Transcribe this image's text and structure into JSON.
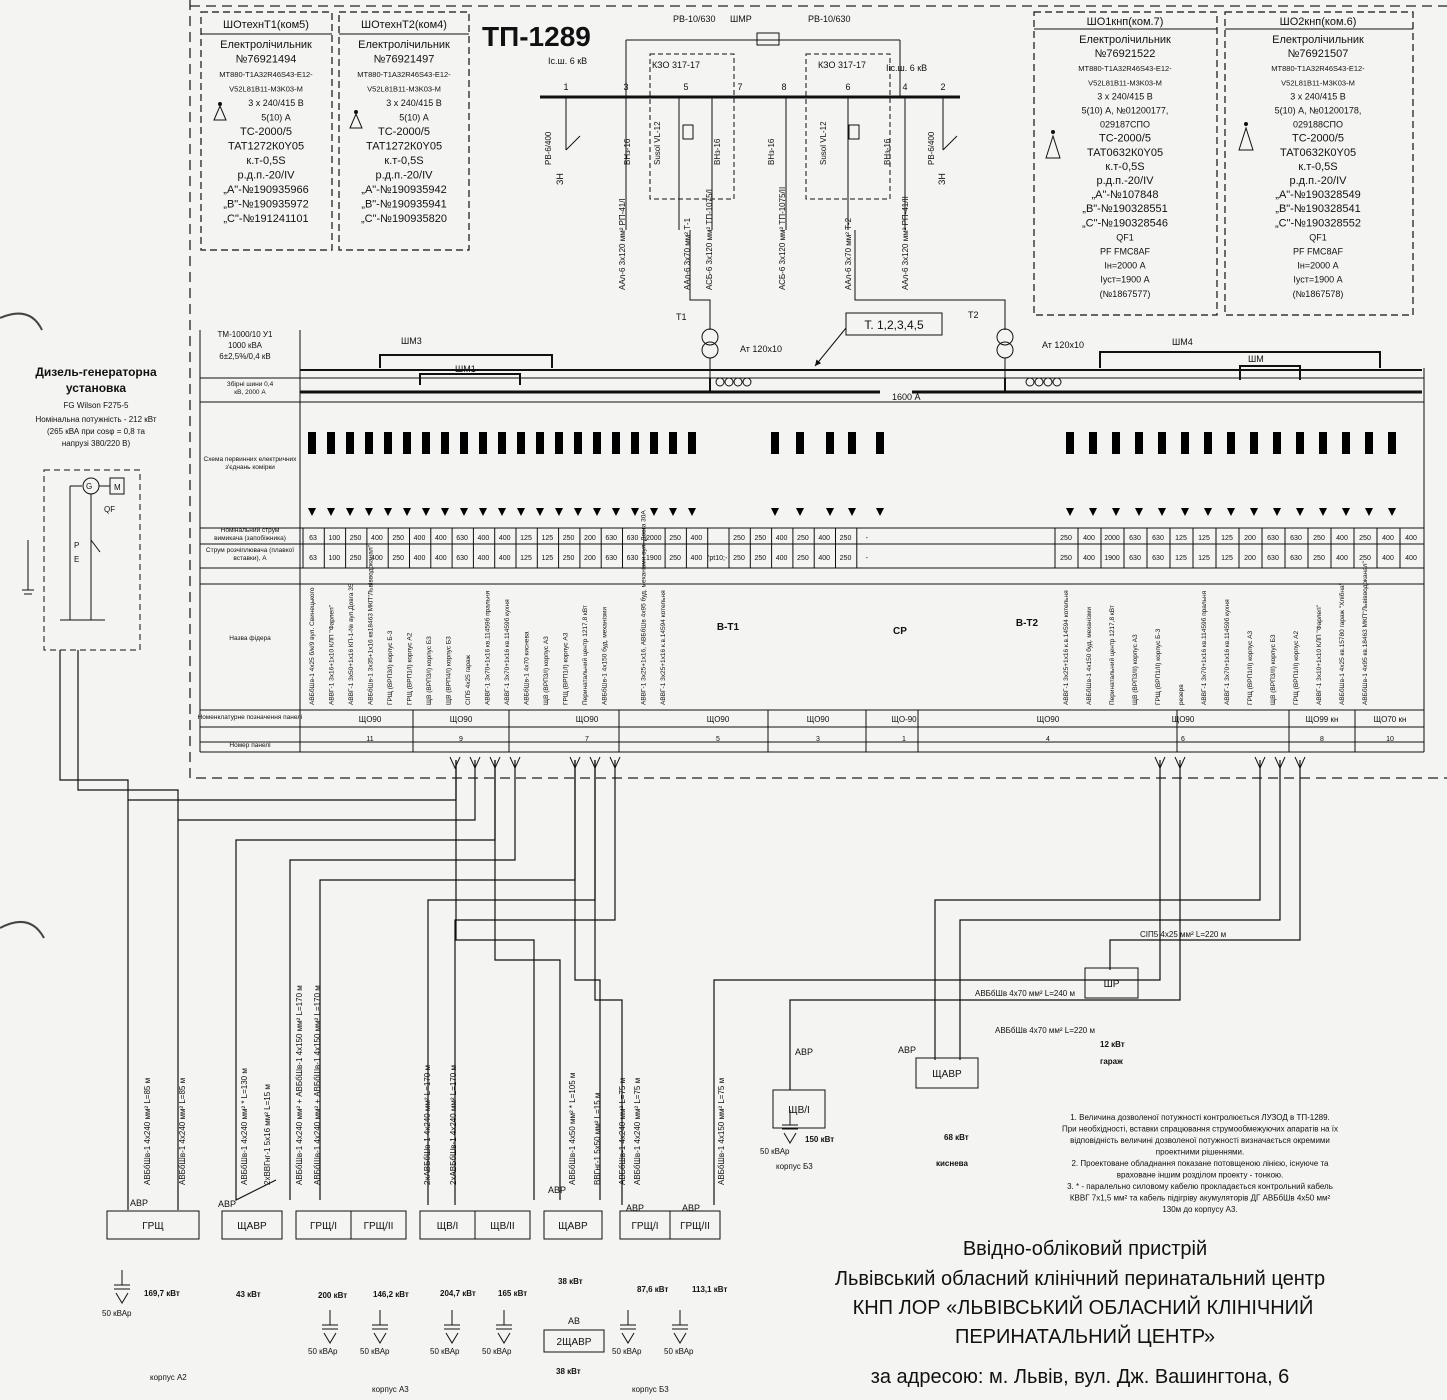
{
  "title": {
    "main": "ТП-1289",
    "isc_left": "Іс.ш. 6 кВ",
    "isc_right": "Ііс.ш. 6 кВ"
  },
  "hv": {
    "rv_left": "РВ-10/630",
    "rv_right": "РВ-10/630",
    "shmr": "ШМР",
    "kso_left": "КЗО 317-17",
    "kso_right": "КЗО 317-17",
    "cell_numbers": [
      "1",
      "3",
      "5",
      "7",
      "8",
      "6",
      "4",
      "2"
    ],
    "labels_vertical": [
      "РВ-6/400",
      "ВНз-16",
      "Susol VL-12",
      "ВНз-16",
      "ВНз-16",
      "Susol VL-12",
      "ВНз-16",
      "РВ-6/400"
    ],
    "cables": [
      "ААл-6 3х120 мм² РП-41/І",
      "ААл-6 3х70 мм² Т-1",
      "АСБ-6 3х120 мм² ТП-1075/І",
      "АСБ-6 3х120 мм² ТП-1075/ІІ",
      "ААл-6 3х70 мм² Т-2",
      "ААл-6 3х120 мм² РП-41/ІІ"
    ],
    "earth": "ЗН"
  },
  "meters": [
    {
      "head": "ШОтехнТ1(ком5)",
      "lines": [
        "Електролічильник",
        "№76921494",
        "МТ880-Т1А32R46S43-Е12-",
        "V52L81B11-M3K03-M",
        "3 х 240/415 В",
        "5(10) А",
        "ТС-2000/5",
        "ТАТ1272К0Y05",
        "к.т-0,5S",
        "р.д.п.-20/IV",
        "„А\"-№190935966",
        "„В\"-№190935972",
        "„С\"-№191241101"
      ]
    },
    {
      "head": "ШОтехнТ2(ком4)",
      "lines": [
        "Електролічильник",
        "№76921497",
        "МТ880-Т1А32R46S43-Е12-",
        "V52L81B11-M3K03-M",
        "3 х 240/415 В",
        "5(10) А",
        "ТС-2000/5",
        "ТАТ1272К0Y05",
        "к.т-0,5S",
        "р.д.п.-20/IV",
        "„А\"-№190935942",
        "„В\"-№190935941",
        "„С\"-№190935820"
      ]
    },
    {
      "head": "ШО1кнп(ком.7)",
      "lines": [
        "Електролічильник",
        "№76921522",
        "МТ880-Т1А32R46S43-Е12-",
        "V52L81B11-M3K03-M",
        "3 х 240/415 В",
        "5(10) А, №01200177,",
        "029187СПО",
        "ТС-2000/5",
        "ТАТ0632К0Y05",
        "к.т-0,5S",
        "р.д.п.-20/IV",
        "„А\"-№107848",
        "„В\"-№190328551",
        "„С\"-№190328546",
        "QF1",
        "PF FMC8AF",
        "Ін=2000 А",
        "Іуст=1900 А",
        "(№1867577)"
      ]
    },
    {
      "head": "ШО2кнп(ком.6)",
      "lines": [
        "Електролічильник",
        "№76921507",
        "МТ880-Т1А32R46S43-Е12-",
        "V52L81B11-M3K03-M",
        "3 х 240/415 В",
        "5(10) А, №01200178,",
        "029188СПО",
        "ТС-2000/5",
        "ТАТ0632К0Y05",
        "к.т-0,5S",
        "р.д.п.-20/IV",
        "„А\"-№190328549",
        "„В\"-№190328541",
        "„С\"-№190328552",
        "QF1",
        "PF FMC8AF",
        "Ін=2000 А",
        "Іуст=1900 А",
        "(№1867578)"
      ]
    }
  ],
  "transformer": {
    "lines": [
      "ТМ-1000/10 У1",
      "1000 кВА",
      "6±2,5%/0,4 кВ"
    ],
    "t1": "Т1",
    "t2": "Т2",
    "callout": "Т. 1,2,3,4,5",
    "at_left": "Ат 120х10",
    "at_right": "Ат 120х10",
    "shm3": "ШМ3",
    "shm1": "ШМ1",
    "shm4": "ШМ4",
    "shm": "ШМ",
    "sectional": "1600 А"
  },
  "diesel": {
    "lines": [
      "Дизель-генераторна",
      "установка",
      "FG Wilson F275-5",
      "Номінальна потужність - 212 кВт",
      "(265 кВА при cosφ = 0,8 та",
      "напрузі 380/220 В)"
    ],
    "qf": "QF",
    "g": "G",
    "m": "M",
    "p": "P",
    "e": "E"
  },
  "table": {
    "row_labels": [
      "Збірні шини 0,4 кВ, 2000 А",
      "Схема первинних електричних з'єднань комірки",
      "Номінальний струм вимикача (запобіжника)",
      "Струм розчіплювача (плавкої вставки), А",
      "Назва фідера",
      "Номенклатурне позначення панелі",
      "Номер панелі"
    ],
    "rated_left": [
      "63",
      "100",
      "250",
      "400",
      "250",
      "400",
      "400",
      "630",
      "400",
      "400",
      "125",
      "125",
      "250",
      "200",
      "630",
      "630",
      "2000",
      "250",
      "400",
      "",
      "250",
      "250",
      "400",
      "250",
      "400",
      "250",
      "-"
    ],
    "trip_left": [
      "63",
      "100",
      "250",
      "400",
      "250",
      "400",
      "400",
      "630",
      "400",
      "400",
      "125",
      "125",
      "250",
      "200",
      "630",
      "630",
      "1900",
      "250",
      "400",
      "'pt10;-",
      "250",
      "250",
      "400",
      "250",
      "400",
      "250",
      "-"
    ],
    "rated_right": [
      "250",
      "400",
      "2000",
      "630",
      "630",
      "125",
      "125",
      "125",
      "200",
      "630",
      "630",
      "250",
      "400",
      "250",
      "400",
      "400"
    ],
    "trip_right": [
      "250",
      "400",
      "1900",
      "630",
      "630",
      "125",
      "125",
      "125",
      "200",
      "630",
      "630",
      "250",
      "400",
      "250",
      "400",
      "400"
    ],
    "feeders_left": [
      "АВБбШв-1 4х25 б/к/9 вул. Свинецького",
      "АВВГ-1 3х16+1х10 КЛП \"Фарлеп\"",
      "АВВГ-1 3х50+1х16 КП-1-№ вул.Довга 35",
      "АВБбШв-1 3х35+1х16 кв18463 МКП\"Львівводоканал\"",
      "ГРЩ (ВРП3/І) корпус Б-3",
      "ГРЩ (ВРП1/І) корпус А2",
      "ЩВ (ВРП3/І) корпус Б3",
      "ЩВ (ВРП4/І) корпус Б3",
      "СІП5 4х25 гараж",
      "АВВГ-1 3х70+1х16 кв.11459б пральня",
      "АВВГ-1 3х70+1х16 кв.11459б кухня",
      "АВБбШв-1 4х70 киснева",
      "ЩВ (ВРП3/І) корпус А3",
      "ГРЩ (ВРП1/І) корпус А3",
      "Перинатальний центр 1217,8 кВт",
      "АВБбШв-1 4х150 буд. механізми",
      "В-Т1",
      "АВВГ-1 3х25+1х16, АВБбШв 4х95 буд. механізми вул. Довга 30А",
      "АВВГ-1 3х25+1х16 к.в.14594 котельня",
      "СР"
    ],
    "feeders_right": [
      "В-Т2",
      "АВВГ-1 3х25+1х16 к.в.14594 котельня",
      "АВБбШв-1 4х150 буд. механізми",
      "Перинатальний центр 1217,8 кВт",
      "ЩВ (ВРП3/ІІ) корпус А3",
      "ГРЩ (ВРП1/ІІ) корпус Б-3",
      "резерв",
      "АВВГ-1 3х70+1х16 кв.11459б пральня",
      "АВВГ-1 3х70+1х16 кв.11459б кухня",
      "ГРЩ (ВРП1/ІІ) корпус А3",
      "ЩВ (ВРП3/ІІ) корпус Б3",
      "ГРЩ (ВРП1/ІІ) корпус А2",
      "АВВГ-1 3х10+1х10 КЛП \"Фарлеп\"",
      "АВБбШв-1 4х25 кв.15780 гараж \"Хлібна\"",
      "АВБбШв-1 4х95 кв.18463 МКП\"Львівводоканал\""
    ],
    "panel_types": [
      "ЩО90",
      "ЩО90",
      "ЩО90",
      "ЩО90",
      "ЩО90",
      "ЩО-90",
      "ЩО90",
      "ЩО90",
      "ЩО99 кн",
      "ЩО70 кн"
    ],
    "panel_numbers": [
      "11",
      "9",
      "7",
      "5",
      "3",
      "1",
      "4",
      "6",
      "8",
      "10"
    ]
  },
  "cables": {
    "left": [
      {
        "text": "АВБбШв-1 4х240 мм² L=85 м"
      },
      {
        "text": "АВБбШв-1 4х240 мм² L=85 м"
      },
      {
        "text": "АВБбШв-1 4х240 мм² * L=130 м"
      },
      {
        "text": "2хВВГнг-1 5х16 мм² L=15 м"
      },
      {
        "text": "АВБбШв-1 4х240 мм² + АВБбШв-1 4х150 мм² L=170 м"
      },
      {
        "text": "АВБбШв-1 4х240 мм² + АВБбШв-1 4х150 мм² L=170 м"
      },
      {
        "text": "2хАВБбШв-1 4х240 мм² L=170 м"
      },
      {
        "text": "2хАВБбШв-1 4х240 мм² L=170 м"
      },
      {
        "text": "АВБбШв-1 4х50 мм² * L=105 м"
      },
      {
        "text": "ВВГнг-1 5х50 мм² L=15 м"
      },
      {
        "text": "АВБбШв-1 4х240 мм² L=75 м"
      },
      {
        "text": "АВБбШв-1 4х240 мм² L=75 м"
      },
      {
        "text": "АВБбШв-1 4х150 мм² L=75 м"
      }
    ],
    "sip": "СІП5 4х25 мм² L=220 м",
    "kysneva1": "АВБбШв 4х70 мм² L=240 м",
    "kysneva2": "АВБбШв 4х70 мм² L=220 м"
  },
  "consumers": {
    "grsh": "ГРЩ",
    "avr": "АВР",
    "shchavr1": "ЩАВР",
    "grsh1": "ГРЩ/І",
    "grsh2": "ГРЩ/ІІ",
    "shchv1": "ЩВ/І",
    "shchv2": "ЩВ/ІІ",
    "shchavr2": "ЩАВР",
    "grsh1b": "ГРЩ/І",
    "grsh2b": "ГРЩ/ІІ",
    "shchv_b3": "ЩВ/І",
    "shchavr3": "ЩАВР",
    "shr": "ШР",
    "twoshchavr": "2ЩАВР",
    "av": "АВ",
    "kw_1697": "169,7 кВт",
    "kw_43": "43 кВт",
    "kw_200": "200 кВт",
    "kw_1462": "146,2 кВт",
    "kw_2047": "204,7 кВт",
    "kw_165": "165 кВт",
    "kw_38a": "38 кВт",
    "kw_876": "87,6 кВт",
    "kw_1131": "113,1 кВт",
    "kw_150": "150 кВт",
    "kw_68": "68 кВт",
    "kw_12": "12 кВт",
    "kw_38b": "38 кВт",
    "kvar": "50 кВАр",
    "korpus_a2": "корпус А2",
    "korpus_a3": "корпус А3",
    "korpus_b3a": "корпус Б3",
    "korpus_b3b": "корпус Б3",
    "kysneva": "киснева",
    "garazh": "гараж"
  },
  "notes": [
    "1. Величина дозволеної потужності контролюється ЛУЗОД в ТП-1289.",
    "При необхідності, вставки спрацювання струмообмежуючих апаратів на їх",
    "відповідність величині дозволеної потужності визначається окремими",
    "проектними рішеннями.",
    "2. Проектоване обладнання показане потовщеною лінією, існуюче та",
    "враховане іншим розділом проекту - тонкою.",
    "3. * - паралельно силовому кабелю прокладається контрольний кабель",
    "КВВГ 7х1,5 мм² та кабель підігріву акумуляторів ДГ АВБбШв 4х50 мм²",
    "130м до корпусу А3."
  ],
  "footer": {
    "l1": "Ввідно-обліковий пристрій",
    "l2": "Львівський обласний клінічний перинатальний центр",
    "l3": "КНП ЛОР «ЛЬВІВСЬКИЙ ОБЛАСНИЙ КЛІНІЧНИЙ",
    "l4": "ПЕРИНАТАЛЬНИЙ ЦЕНТР»",
    "l5": "за адресою: м. Львів, вул. Дж. Вашингтона, 6"
  }
}
